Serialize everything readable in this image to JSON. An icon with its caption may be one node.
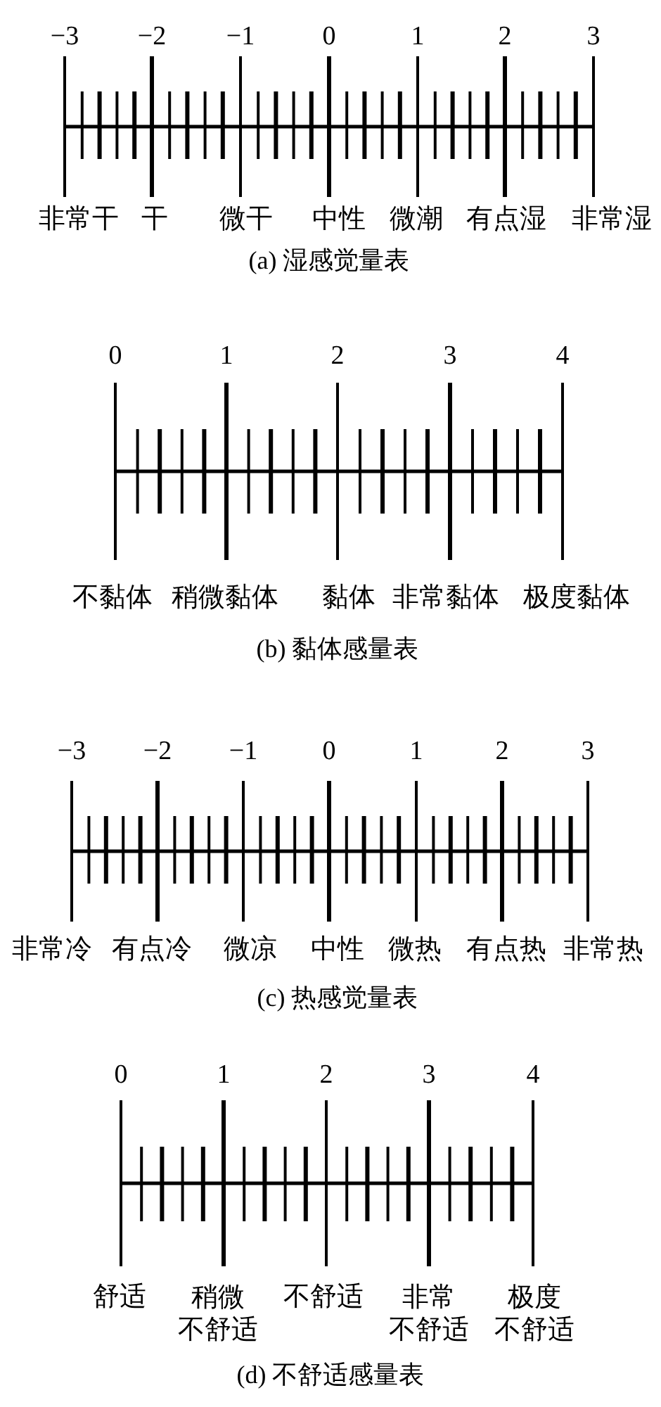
{
  "diagram": {
    "labels": [
      "−3",
      "−2",
      "−1",
      "0",
      "1",
      "2",
      "3",
      "非常干",
      "干",
      "微干",
      "中性",
      "微潮",
      "有点湿",
      "非常湿",
      "(a) 湿感觉量表",
      "0",
      "1",
      "2",
      "3",
      "4",
      "不黏体",
      "稍微黏体",
      "黏体",
      "非常黏体",
      "极度黏体",
      "(b) 黏体感量表",
      "−3",
      "−2",
      "−1",
      "0",
      "1",
      "2",
      "3",
      "非常冷",
      "有点冷",
      "微凉",
      "中性",
      "微热",
      "有点热",
      "非常热",
      "(c) 热感觉量表",
      "0",
      "1",
      "2",
      "3",
      "4",
      "舒适",
      "稍微不舒适",
      "不舒适",
      "非常不舒适",
      "极度不舒适",
      "(d) 不舒适感量表"
    ]
  }
}
